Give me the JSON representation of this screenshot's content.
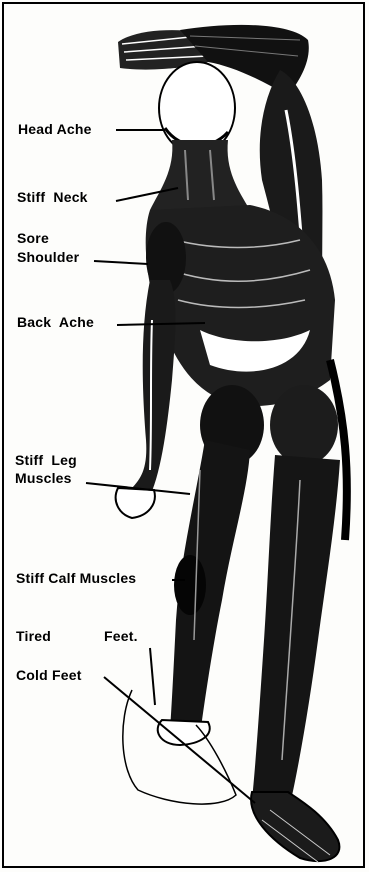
{
  "labels": {
    "head_ache": "Head Ache",
    "stiff_neck": "Stiff  Neck",
    "sore_shoulder_1": "Sore",
    "sore_shoulder_2": "Shoulder",
    "back_ache": "Back  Ache",
    "stiff_leg_1": "Stiff  Leg",
    "stiff_leg_2": "Muscles",
    "stiff_calf": "Stiff Calf Muscles",
    "tired": "Tired",
    "feet": "Feet.",
    "cold_feet": "Cold Feet"
  }
}
